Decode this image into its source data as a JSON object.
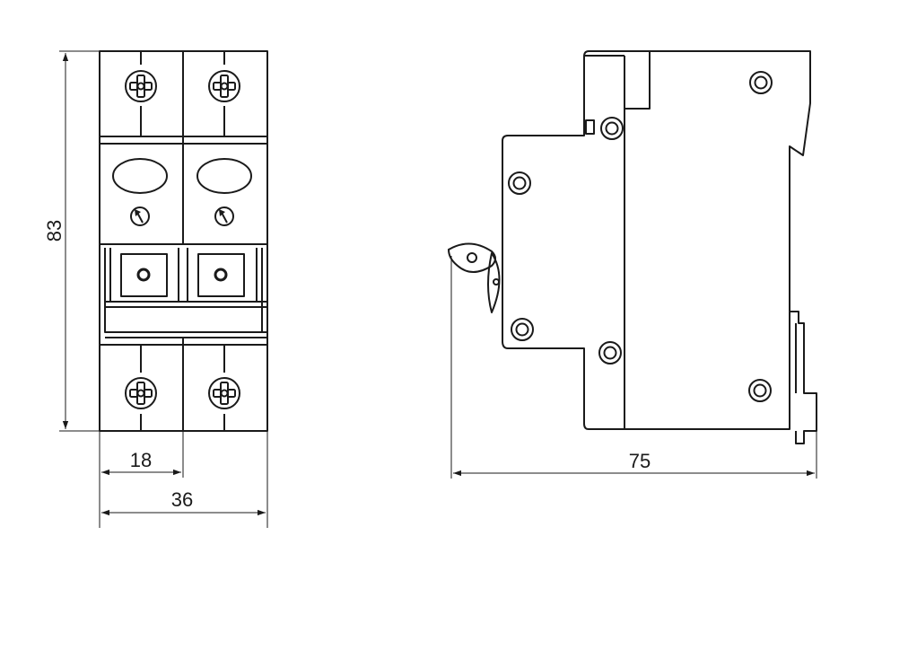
{
  "dimensions": {
    "height": "83",
    "pole_width": "18",
    "total_width": "36",
    "depth": "75"
  },
  "colors": {
    "line": "#1a1a1a",
    "background": "#ffffff"
  }
}
